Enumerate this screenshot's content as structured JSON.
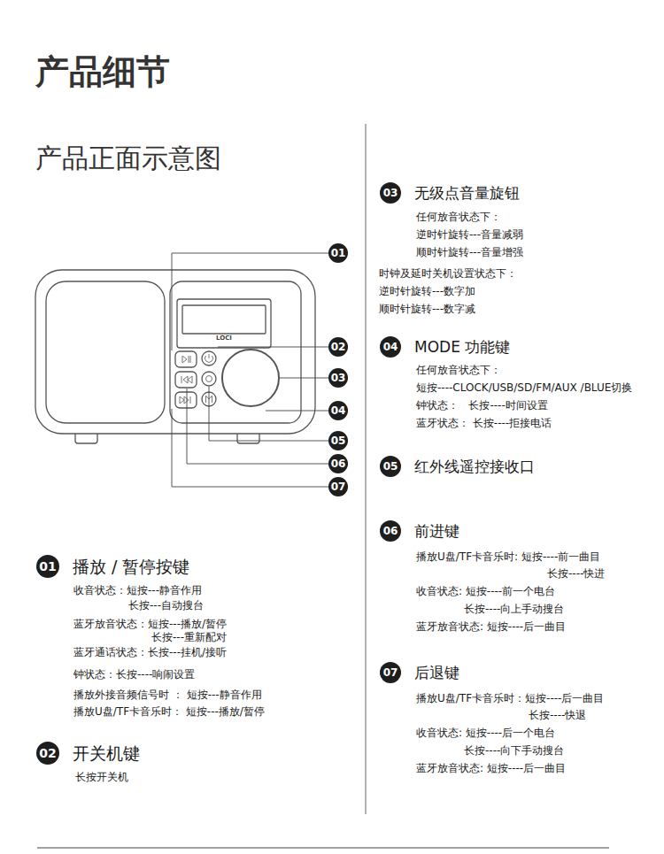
{
  "diagram": {
    "title": "产品细节",
    "nodes": [
      {
        "text": [
          "01"
        ]
      },
      {
        "text": [
          "02"
        ]
      },
      {
        "text": [
          "03"
        ]
      },
      {
        "text": [
          "04"
        ]
      },
      {
        "text": [
          "05"
        ]
      },
      {
        "text": [
          "06"
        ]
      },
      {
        "text": [
          "07"
        ]
      },
      {
        "text": [
          "01"
        ]
      },
      {
        "text": [
          "02"
        ]
      },
      {
        "text": [
          "03"
        ]
      },
      {
        "text": [
          "04"
        ]
      },
      {
        "text": [
          "05"
        ]
      },
      {
        "text": [
          "06"
        ]
      },
      {
        "text": [
          "07"
        ]
      }
    ],
    "labels": [
      "产品正面示意图",
      "LOCI",
      "无级点音量旋钮",
      "任何放音状态下：",
      "逆时针旋转---音量减弱",
      "顺时针旋转---音量增强",
      "时钟及延时关机设置状态下：",
      "逆时针旋转---数字加",
      "顺时针旋转---数字减",
      "MODE 功能键",
      "任何放音状态下：",
      "短按----CLOCK/USB/SD/FM/AUX /BLUE切换",
      "钟状态：   长按----时间设置",
      "蓝牙状态： 长按----拒接电话",
      "红外线遥控接收口",
      "前进键",
      "播放U盘/TF卡音乐时: 短按----前一曲目",
      "长按----快进",
      "收音状态: 短按----前一个电台",
      "长按----向上手动搜台",
      "蓝牙放音状态: 短按----后一曲目",
      "后退键",
      "播放U盘/TF卡音乐时：短按----后一曲目",
      "长按----快退",
      "收音状态: 短按----后一个电台",
      "长按----向下手动搜台",
      "蓝牙放音状态: 短按----后一曲目",
      "播放 / 暂停按键",
      "收音状态：短按---静音作用",
      "长按---自动搜台",
      "蓝牙放音状态：短按---播放/暂停",
      "长按---重新配对",
      "蓝牙通话状态：长按---挂机/接听",
      "钟状态：长按----响闹设置",
      "播放外接音频信号时 ： 短按---静音作用",
      "播放U盘/TF卡音乐时： 短按---播放/暂停",
      "开关机键",
      "长按开关机"
    ]
  }
}
